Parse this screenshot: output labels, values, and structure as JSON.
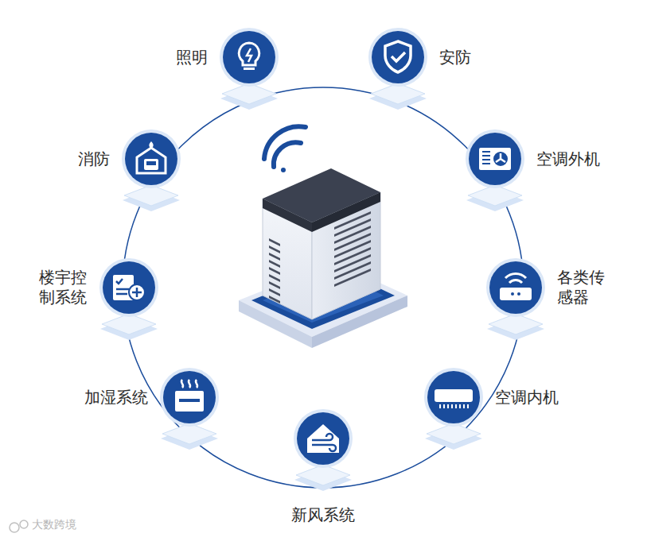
{
  "diagram": {
    "nodes": [
      {
        "text": [
          "照明"
        ]
      },
      {
        "text": [
          "安防"
        ]
      },
      {
        "text": [
          "消防"
        ]
      },
      {
        "text": [
          "空调外机"
        ]
      },
      {
        "text": [
          "楼宇控制系统"
        ]
      },
      {
        "text": [
          "各类传感器"
        ]
      },
      {
        "text": [
          "加湿系统"
        ]
      },
      {
        "text": [
          "空调内机"
        ]
      },
      {
        "text": [
          "新风系统"
        ]
      }
    ],
    "labels": [
      "大数跨境"
    ]
  }
}
